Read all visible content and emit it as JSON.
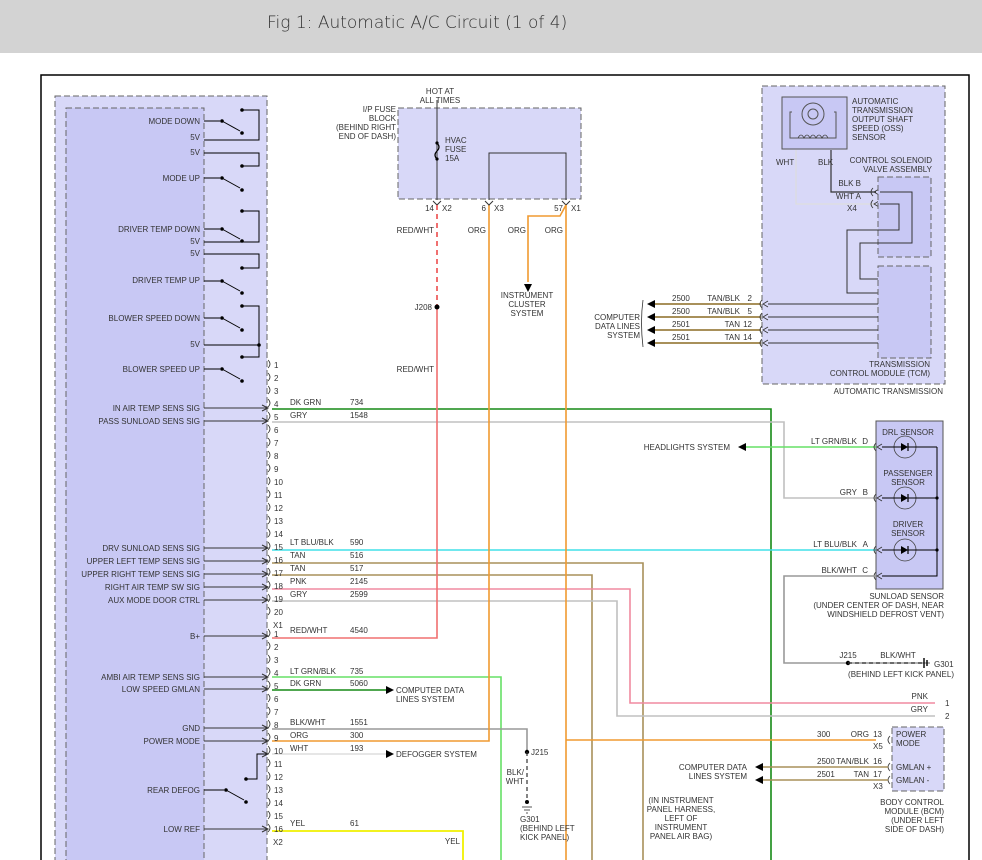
{
  "header": {
    "title": "Fig 1: Automatic A/C Circuit (1 of 4)"
  },
  "colors": {
    "module_fill": "#d8d8f8",
    "module_inner_fill": "#c8c8f4",
    "dk_grn": "#168a16",
    "lt_grn": "#66e066",
    "gry": "#c0c0c0",
    "lt_blu": "#40e0e8",
    "tan": "#a8905a",
    "pnk": "#f08aa0",
    "red_wht": "#f07070",
    "org": "#f09a30",
    "yel": "#f0f000",
    "blk_wht": "#999999",
    "wht": "#dddddd"
  },
  "hvac_control": {
    "switches": [
      {
        "label": "MODE DOWN",
        "sub": "5V"
      },
      {
        "label": "5V"
      },
      {
        "label": "MODE UP"
      },
      {
        "label": "DRIVER TEMP DOWN",
        "sub": "5V"
      },
      {
        "label": "5V"
      },
      {
        "label": "DRIVER TEMP UP"
      },
      {
        "label": "BLOWER SPEED DOWN"
      },
      {
        "label": "5V"
      },
      {
        "label": "BLOWER SPEED UP"
      }
    ],
    "signals": [
      "IN AIR TEMP SENS SIG",
      "PASS SUNLOAD SENS SIG",
      "DRV SUNLOAD SENS SIG",
      "UPPER LEFT TEMP SENS SIG",
      "UPPER RIGHT TEMP SENS SIG",
      "RIGHT AIR TEMP SW SIG",
      "AUX MODE DOOR CTRL",
      "B+",
      "AMBI AIR TEMP SENS SIG",
      "LOW SPEED GMLAN",
      "GND",
      "POWER MODE",
      "REAR DEFOG",
      "LOW REF"
    ],
    "connector_x1": {
      "name": "X1",
      "pins": [
        "1",
        "2",
        "3",
        "4",
        "5",
        "6",
        "7",
        "8",
        "9",
        "10",
        "11",
        "12",
        "13",
        "14",
        "15",
        "16",
        "17",
        "18",
        "19",
        "20"
      ],
      "wires": [
        {
          "pin": "4",
          "color": "DK GRN",
          "circuit": "734"
        },
        {
          "pin": "5",
          "color": "GRY",
          "circuit": "1548"
        },
        {
          "pin": "15",
          "color": "LT BLU/BLK",
          "circuit": "590"
        },
        {
          "pin": "16",
          "color": "TAN",
          "circuit": "516"
        },
        {
          "pin": "17",
          "color": "TAN",
          "circuit": "517"
        },
        {
          "pin": "18",
          "color": "PNK",
          "circuit": "2145"
        },
        {
          "pin": "19",
          "color": "GRY",
          "circuit": "2599"
        }
      ]
    },
    "connector_x2": {
      "name": "X2",
      "pins": [
        "1",
        "2",
        "3",
        "4",
        "5",
        "6",
        "7",
        "8",
        "9",
        "10",
        "11",
        "12",
        "13",
        "14",
        "15",
        "16"
      ],
      "wires": [
        {
          "pin": "1",
          "color": "RED/WHT",
          "circuit": "4540"
        },
        {
          "pin": "4",
          "color": "LT GRN/BLK",
          "circuit": "735"
        },
        {
          "pin": "5",
          "color": "DK GRN",
          "circuit": "5060"
        },
        {
          "pin": "8",
          "color": "BLK/WHT",
          "circuit": "1551"
        },
        {
          "pin": "9",
          "color": "ORG",
          "circuit": "300"
        },
        {
          "pin": "10",
          "color": "WHT",
          "circuit": "193"
        },
        {
          "pin": "16",
          "color": "YEL",
          "circuit": "61"
        }
      ]
    }
  },
  "fuse_block": {
    "hot_label": [
      "HOT AT",
      "ALL TIMES"
    ],
    "name": [
      "I/P FUSE",
      "BLOCK",
      "(BEHIND RIGHT",
      "END OF DASH)"
    ],
    "fuse": [
      "HVAC",
      "FUSE",
      "15A"
    ],
    "pins": [
      {
        "pin": "14",
        "conn": "X2",
        "wire": "RED/WHT"
      },
      {
        "pin": "6",
        "conn": "X3",
        "wire": "ORG"
      },
      {
        "pin": "57",
        "conn": "X1",
        "wire": "ORG"
      }
    ],
    "org_label2": "ORG",
    "junction": "J208",
    "red_wht_lower": "RED/WHT",
    "instrument_cluster": [
      "INSTRUMENT",
      "CLUSTER",
      "SYSTEM"
    ]
  },
  "transmission": {
    "oss_sensor": [
      "AUTOMATIC",
      "TRANSMISSION",
      "OUTPUT SHAFT",
      "SPEED (OSS)",
      "SENSOR"
    ],
    "wht": "WHT",
    "blk": "BLK",
    "solenoid": [
      "CONTROL SOLENOID",
      "VALVE ASSEMBLY"
    ],
    "x4_pins": [
      {
        "wire": "BLK",
        "pin": "B"
      },
      {
        "wire": "WHT",
        "pin": "A"
      }
    ],
    "x4": "X4",
    "tcm": [
      "TRANSMISSION",
      "CONTROL MODULE (TCM)"
    ],
    "enclosure": "AUTOMATIC TRANSMISSION",
    "data_lines": [
      "COMPUTER",
      "DATA LINES",
      "SYSTEM"
    ],
    "data_wires": [
      {
        "circuit": "2500",
        "color": "TAN/BLK",
        "pin": "2"
      },
      {
        "circuit": "2500",
        "color": "TAN/BLK",
        "pin": "5"
      },
      {
        "circuit": "2501",
        "color": "TAN",
        "pin": "12"
      },
      {
        "circuit": "2501",
        "color": "TAN",
        "pin": "14"
      }
    ]
  },
  "sunload": {
    "headlights": "HEADLIGHTS SYSTEM",
    "pins": [
      {
        "wire": "LT GRN/BLK",
        "pin": "D"
      },
      {
        "wire": "GRY",
        "pin": "B"
      },
      {
        "wire": "LT BLU/BLK",
        "pin": "A"
      },
      {
        "wire": "BLK/WHT",
        "pin": "C"
      }
    ],
    "sensors": [
      [
        "DRL SENSOR"
      ],
      [
        "PASSENGER",
        "SENSOR"
      ],
      [
        "DRIVER",
        "SENSOR"
      ]
    ],
    "name": [
      "SUNLOAD SENSOR",
      "(UNDER CENTER OF DASH, NEAR",
      "WINDSHIELD DEFROST VENT)"
    ]
  },
  "ground": {
    "j215": "J215",
    "blk_wht": "BLK/WHT",
    "g301": "G301",
    "g301_loc": "(BEHIND LEFT KICK PANEL)",
    "lower_blk": [
      "BLK/",
      "WHT"
    ],
    "lower_g301": [
      "G301",
      "(BEHIND LEFT",
      "KICK PANEL)"
    ]
  },
  "offpage": [
    {
      "wire": "PNK",
      "ref": "1"
    },
    {
      "wire": "GRY",
      "ref": "2"
    }
  ],
  "bcm": {
    "pins": [
      {
        "circuit": "300",
        "wire": "ORG",
        "pin": "13",
        "func": [
          "POWER",
          "MODE"
        ]
      },
      {
        "circuit": "2500",
        "wire": "TAN/BLK",
        "pin": "16",
        "func": [
          "GMLAN +"
        ]
      },
      {
        "circuit": "2501",
        "wire": "TAN",
        "pin": "17",
        "func": [
          "GMLAN -"
        ]
      }
    ],
    "x5": "X5",
    "x3": "X3",
    "data_lines": [
      "COMPUTER DATA",
      "LINES SYSTEM"
    ],
    "name": [
      "BODY CONTROL",
      "MODULE (BCM)",
      "(UNDER LEFT",
      "SIDE OF DASH)"
    ]
  },
  "harness_note": [
    "(IN INSTRUMENT",
    "PANEL HARNESS,",
    "LEFT OF",
    "INSTRUMENT",
    "PANEL AIR BAG)"
  ],
  "destinations": {
    "computer_data": [
      "COMPUTER DATA",
      "LINES SYSTEM"
    ],
    "defogger": "DEFOGGER SYSTEM",
    "yel": "YEL"
  }
}
